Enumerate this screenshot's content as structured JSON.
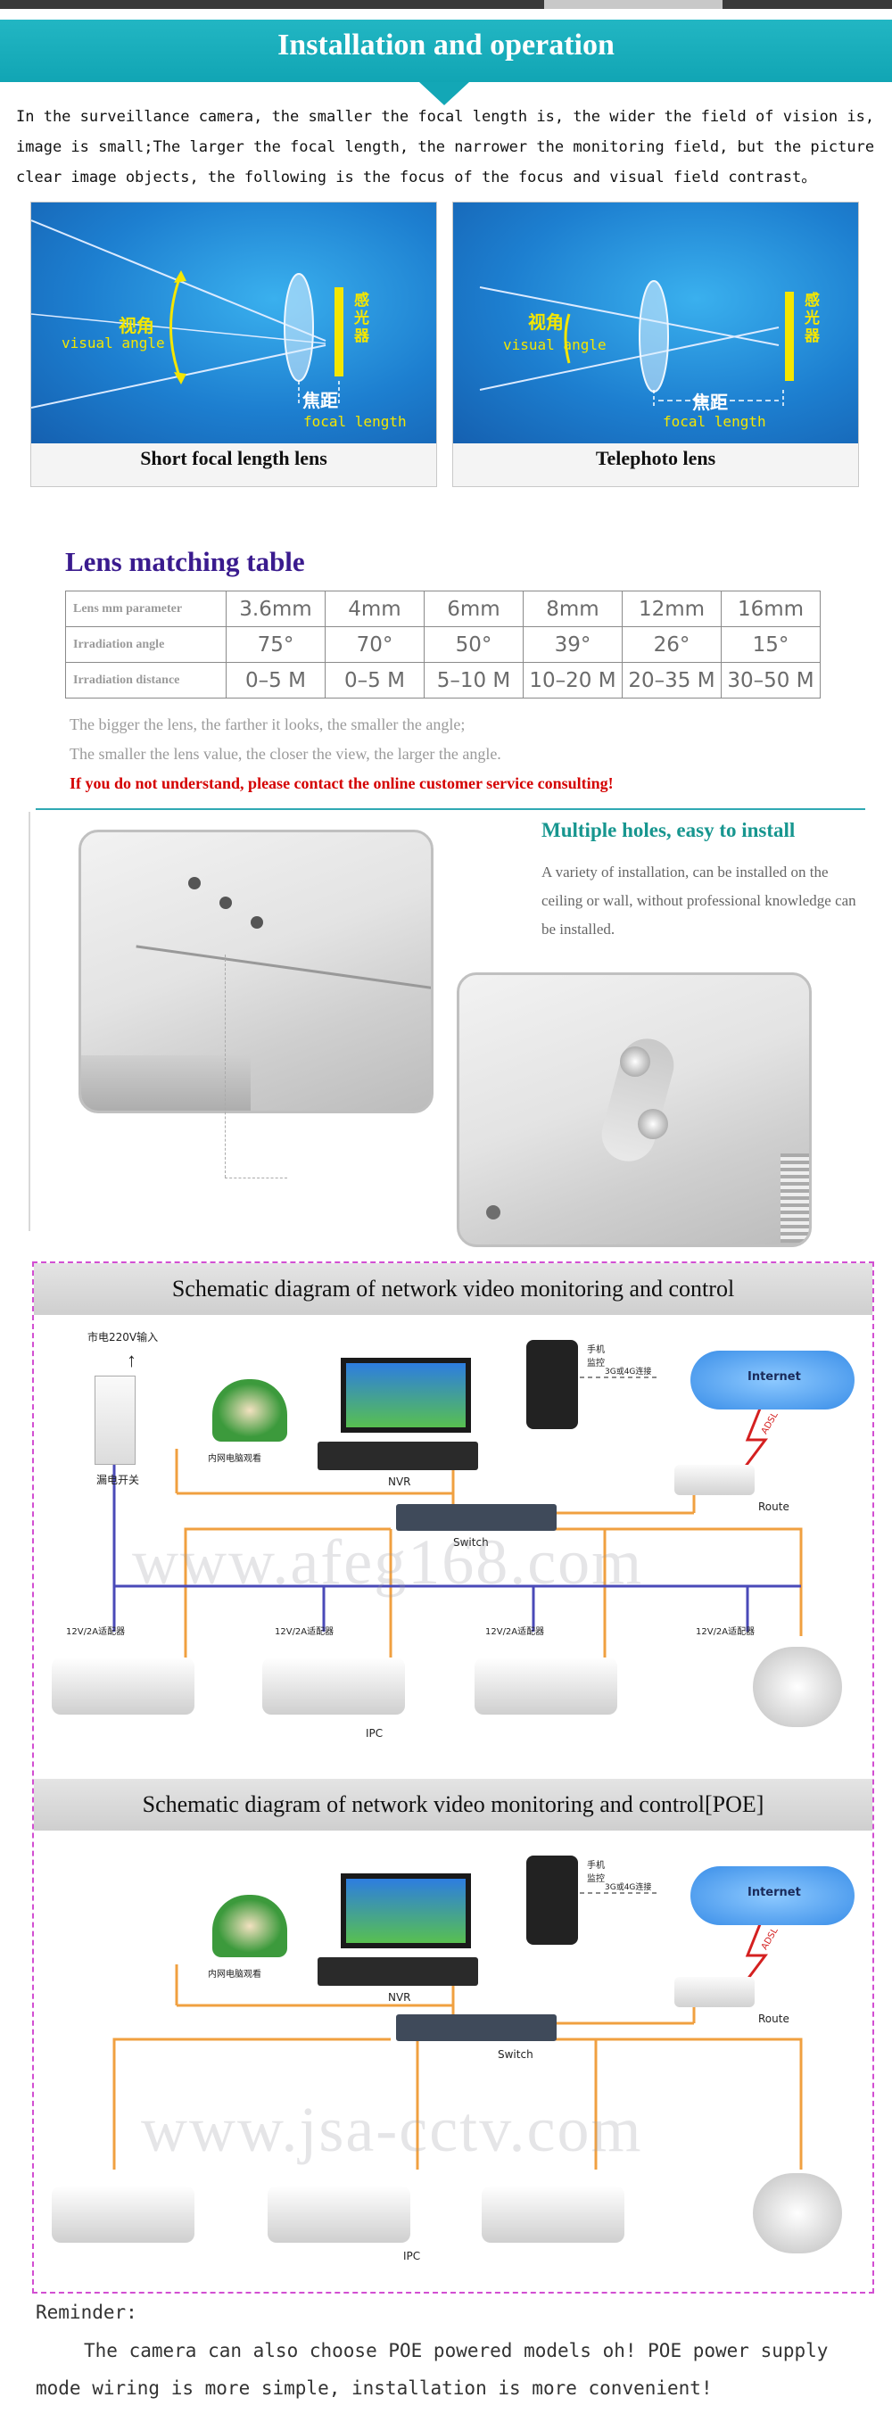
{
  "header": {
    "title": "Installation and operation"
  },
  "intro": {
    "text": "In the surveillance camera, the smaller the focal length is, the wider the field of vision is, image is small;The larger the focal length, the narrower the monitoring field, but the picture clear image objects, the following is the focus of the focus and visual field contrast。"
  },
  "lens_diagrams": [
    {
      "caption": "Short focal length lens",
      "angle_cn": "视角",
      "angle_en": "visual angle",
      "focal_cn": "焦距",
      "focal_en": "focal length",
      "sensor_cn": "感光器"
    },
    {
      "caption": "Telephoto lens",
      "angle_cn": "视角",
      "angle_en": "visual angle",
      "focal_cn": "焦距",
      "focal_en": "focal length",
      "sensor_cn": "感光器"
    }
  ],
  "lens_table": {
    "title": "Lens matching table",
    "rows": [
      {
        "label": "Lens mm parameter",
        "values": [
          "3.6mm",
          "4mm",
          "6mm",
          "8mm",
          "12mm",
          "16mm"
        ]
      },
      {
        "label": "Irradiation angle",
        "values": [
          "75°",
          "70°",
          "50°",
          "39°",
          "26°",
          "15°"
        ]
      },
      {
        "label": "Irradiation distance",
        "values": [
          "0–5 M",
          "0–5 M",
          "5–10 M",
          "10–20 M",
          "20–35 M",
          "30–50 M"
        ]
      }
    ],
    "note_1": "The bigger the lens, the farther it looks, the smaller the angle;",
    "note_2": "The smaller the lens value, the closer the view, the larger the angle.",
    "note_contact": "If you do not understand, please contact the online customer service consulting!"
  },
  "install": {
    "title": "Multiple holes, easy to install",
    "text": "A variety of installation, can be installed on the ceiling or wall, without professional knowledge can be installed."
  },
  "diagram_1": {
    "title": "Schematic diagram of network video monitoring and control",
    "label_mains": "市电220V输入",
    "label_breaker": "漏电开关",
    "label_operator": "内网电脑观看",
    "label_phone": "手机\n监控",
    "label_phone_net": "3G或4G连接",
    "label_internet": "Internet",
    "label_adsl": "ADSL",
    "label_nvr": "NVR",
    "label_switch": "Switch",
    "label_route": "Route",
    "label_ipc": "IPC",
    "label_adapter": "12V/2A适配器",
    "watermark": "www.afeg168.com"
  },
  "diagram_2": {
    "title": "Schematic diagram of network video monitoring and control[POE]",
    "label_operator": "内网电脑观看",
    "label_phone": "手机\n监控",
    "label_phone_net": "3G或4G连接",
    "label_internet": "Internet",
    "label_adsl": "ADSL",
    "label_nvr": "NVR",
    "label_switch": "Switch",
    "label_route": "Route",
    "label_ipc": "IPC",
    "watermark": "www.jsa-cctv.com"
  },
  "reminder": {
    "label": "Reminder:",
    "text": "The camera can also choose POE powered models oh! POE power supply mode wiring is more simple, installation is more convenient!"
  },
  "colors": {
    "banner": "#13a7b6",
    "table_title": "#3a1b8e",
    "install_title": "#17968f",
    "contact_note": "#d40000",
    "cable_orange": "#f0a040",
    "cable_blue": "#4a4ab8"
  }
}
